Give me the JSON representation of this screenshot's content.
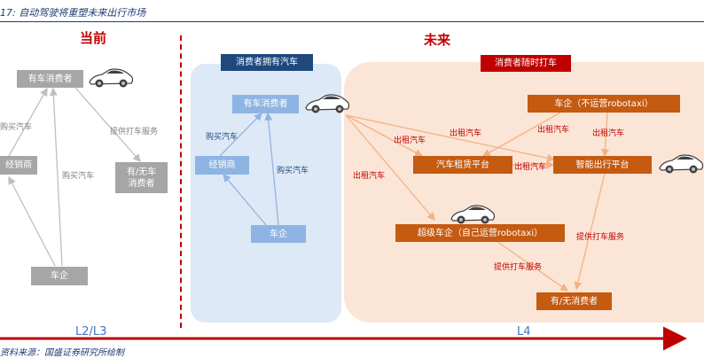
{
  "figure": {
    "title": "17:  自动驾驶将重塑未来出行市场",
    "source": "资料来源：国盛证券研究所绘制"
  },
  "sections": {
    "current": "当前",
    "future": "未来"
  },
  "panels": {
    "own_car": "消费者拥有汽车",
    "anytime": "消费者随时打车"
  },
  "current_nodes": {
    "consumer": "有车消费者",
    "dealer": "经销商",
    "consumer_any": "有/无车\n消费者",
    "oem": "车企"
  },
  "current_labels": {
    "buy1": "购买汽车",
    "buy2": "购买汽车",
    "ride": "提供打车服务"
  },
  "l2_nodes": {
    "consumer": "有车消费者",
    "dealer": "经销商",
    "oem": "车企"
  },
  "l2_labels": {
    "buy1": "购买汽车",
    "buy2": "购买汽车"
  },
  "l4_nodes": {
    "oem_no_op": "车企（不运营robotaxi）",
    "rental": "汽车租赁平台",
    "mobility": "智能出行平台",
    "super_oem": "超级车企（自己运营robotaxi）",
    "consumer": "有/无消费者"
  },
  "l4_labels": {
    "rent1": "出租汽车",
    "rent2": "出租汽车",
    "rent3": "出租汽车",
    "rent4": "出租汽车",
    "rent5": "出租汽车",
    "rent6": "出租汽车",
    "ride1": "提供打车服务",
    "ride2": "提供打车服务"
  },
  "stages": {
    "l2": "L2/L3",
    "l4": "L4"
  },
  "icons": {
    "car": "car-icon"
  },
  "colors": {
    "gray_box": "#a6a6a6",
    "blue_box": "#8eb4e3",
    "orange_box": "#c55a11",
    "panel_blue": "#1f497d",
    "panel_red": "#c00000",
    "accent": "#c00000"
  }
}
